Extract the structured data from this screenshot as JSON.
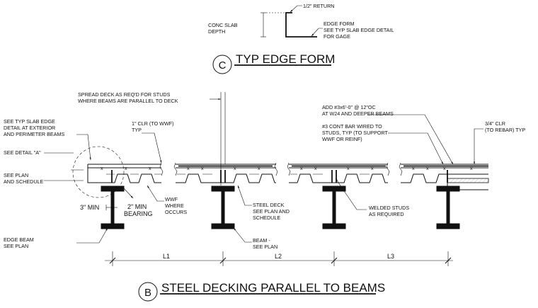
{
  "edge_form": {
    "return_label": "1/2\" RETURN",
    "slab_depth_label": [
      "CONC SLAB",
      "DEPTH"
    ],
    "edge_form_note": [
      "EDGE FORM",
      "SEE TYP SLAB EDGE DETAIL",
      "FOR GAGE"
    ],
    "tag": "C",
    "title": "TYP EDGE FORM"
  },
  "decking": {
    "spread_deck_note": [
      "SPREAD DECK AS REQ'D FOR STUDS",
      "WHERE BEAMS ARE PARALLEL TO DECK"
    ],
    "slab_edge_note": [
      "SEE TYP SLAB EDGE",
      "DETAIL AT EXTERIOR",
      "AND PERIMETER BEAMS"
    ],
    "see_detail_a": "SEE DETAIL \"A\"",
    "see_plan_schedule": [
      "SEE PLAN",
      "AND SCHEDULE"
    ],
    "min_3": "3\" MIN",
    "min_2": [
      "2\" MIN",
      "BEARING"
    ],
    "edge_beam": [
      "EDGE BEAM",
      "SEE PLAN"
    ],
    "clr_wwf": [
      "1\" CLR (TO WWF)",
      "TYP"
    ],
    "wwf": [
      "WWF",
      "WHERE",
      "OCCURS"
    ],
    "steel_deck": [
      "STEEL DECK",
      "SEE PLAN AND",
      "SCHEDULE"
    ],
    "beam_see_plan": [
      "BEAM -",
      "SEE PLAN"
    ],
    "add_bars": [
      "ADD #3x6'-0\" @ 12\"OC",
      "AT W24 AND DEEPER BEAMS"
    ],
    "cont_bar": [
      "#3 CONT BAR WIRED TO",
      "STUDS, TYP (TO SUPPORT",
      "WWF OR REINF)"
    ],
    "clr_rebar": [
      "3/4\" CLR",
      "(TO REBAR) TYP"
    ],
    "welded_studs": [
      "WELDED STUDS",
      "AS REQUIRED"
    ],
    "dims": [
      "L1",
      "L2",
      "L3"
    ],
    "tag": "B",
    "title": "STEEL DECKING PARALLEL TO BEAMS"
  }
}
